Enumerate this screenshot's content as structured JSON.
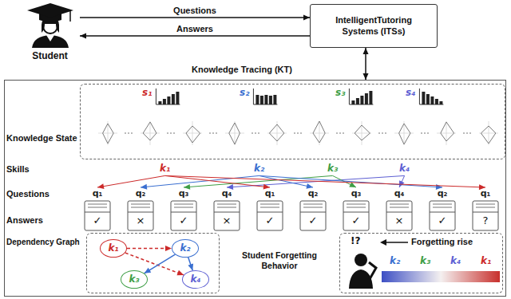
{
  "diagram": {
    "nodes": [
      {
        "text": [
          "Student"
        ]
      },
      {
        "text": [
          "IntelligentTutoring Systems (ITSs)"
        ]
      },
      {
        "text": [
          "Knowledge Tracing (KT)"
        ]
      },
      {
        "text": [
          "Knowledge State",
          "s₁",
          "s₂",
          "s₃",
          "s₄"
        ],
        "in": 2
      },
      {
        "text": [
          "Dependency Graph"
        ],
        "in": 2
      },
      {
        "text": [
          "k₁"
        ],
        "in": 4
      },
      {
        "text": [
          "k₂"
        ],
        "in": 4
      },
      {
        "text": [
          "k₃"
        ],
        "in": 4
      },
      {
        "text": [
          "k₄"
        ],
        "in": 4
      },
      {
        "text": [
          "!?",
          "Forgetting rise",
          "k₂",
          "k₃",
          "k₄",
          "k₁"
        ],
        "in": 2
      }
    ],
    "edges": [
      {
        "from": 0,
        "to": 1,
        "label": "Questions",
        "arrow": "to"
      },
      {
        "from": 1,
        "to": 0,
        "label": "Answers",
        "arrow": "to"
      },
      {
        "from": 1,
        "to": 2,
        "arrow": "both"
      },
      {
        "from": 5,
        "to": 6,
        "arrow": "to"
      },
      {
        "from": 5,
        "to": 8,
        "arrow": "to"
      },
      {
        "from": 6,
        "to": 7,
        "arrow": "to"
      },
      {
        "from": 6,
        "to": 8,
        "arrow": "to"
      }
    ],
    "labels": [
      "Skills",
      "k₁",
      "k₂",
      "k₃",
      "k₄",
      "Questions",
      "q₁",
      "q₂",
      "q₃",
      "q₄",
      "q₁",
      "q₂",
      "q₃",
      "q₄",
      "q₂",
      "q₁",
      "Answers",
      "✓",
      "×",
      "✓",
      "×",
      "✓",
      "✓",
      "✓",
      "×",
      "✓",
      "?",
      "Student Forgetting Behavior"
    ]
  }
}
